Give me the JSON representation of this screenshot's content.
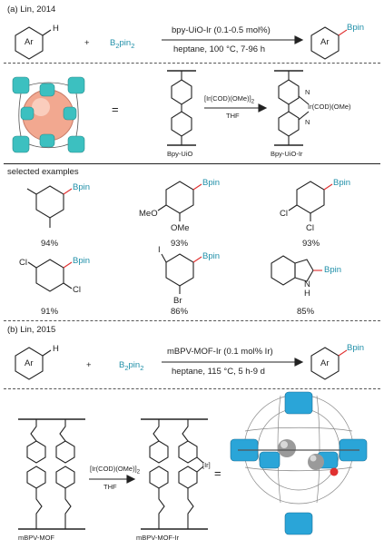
{
  "colors": {
    "bpin": "#1f8fa8",
    "boron": "#e03030",
    "mof_blue": "#2aa5d8",
    "mof_sphere": "#f2a890",
    "mof_teal": "#3cc0c0"
  },
  "section_a": {
    "header": "(a) Lin, 2014",
    "ar": "Ar",
    "h": "H",
    "plus": "+",
    "b2pin2": "B2pin2",
    "condition_top": "bpy-UiO-Ir (0.1-0.5 mol%)",
    "condition_bottom": "heptane, 100 °C, 7-96 h",
    "product_bpin": "Bpin",
    "equals": "=",
    "reagent_arrow_top": "[Ir(COD)(OMe)]2",
    "reagent_arrow_bottom": "THF",
    "ir_label": "Ir(COD)(OMe)",
    "n1": "N",
    "n2": "N",
    "label_left": "Bpy-UiO",
    "label_right": "Bpy-UiO-Ir",
    "selected_examples": "selected examples",
    "examples": [
      {
        "yield": "94%",
        "bpin": "Bpin"
      },
      {
        "yield": "93%",
        "bpin": "Bpin",
        "sub1": "MeO",
        "sub2": "OMe"
      },
      {
        "yield": "93%",
        "bpin": "Bpin",
        "sub1": "Cl",
        "sub2": "Cl"
      },
      {
        "yield": "91%",
        "bpin": "Bpin",
        "sub1": "Cl",
        "sub2": "Cl"
      },
      {
        "yield": "86%",
        "bpin": "Bpin",
        "sub1": "I",
        "sub2": "Br"
      },
      {
        "yield": "85%",
        "bpin": "Bpin",
        "sub1": "N",
        "sub2": "H"
      }
    ]
  },
  "section_b": {
    "header": "(b) Lin, 2015",
    "ar": "Ar",
    "h": "H",
    "plus": "+",
    "b2pin2": "B2pin2",
    "condition_top": "mBPV-MOF-Ir (0.1 mol% Ir)",
    "condition_bottom": "heptane, 115 °C, 5 h-9 d",
    "product_bpin": "Bpin",
    "reagent_arrow_top": "[Ir(COD)(OMe)]2",
    "reagent_arrow_bottom": "THF",
    "ir_label": "[Ir]",
    "label_left": "mBPV-MOF",
    "label_right": "mBPV-MOF-Ir",
    "equals": "="
  }
}
